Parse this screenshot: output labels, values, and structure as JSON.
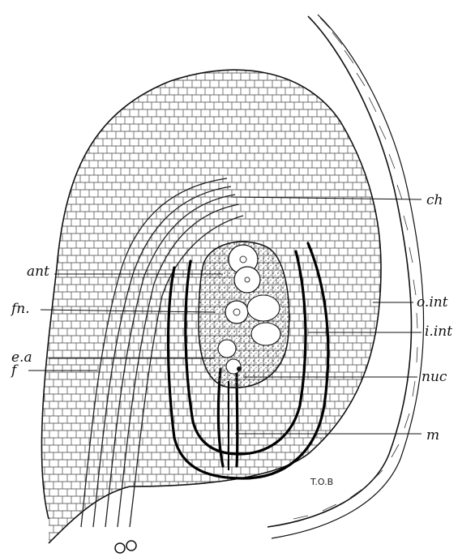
{
  "figure": {
    "labels": {
      "ch": "ch",
      "ant": "ant",
      "fn": "fn.",
      "ea": "e.a",
      "f": "f",
      "o_int": "o.int",
      "i_int": "i.int",
      "nuc": "nuc",
      "m": "m"
    },
    "signature": "T.O.B"
  }
}
